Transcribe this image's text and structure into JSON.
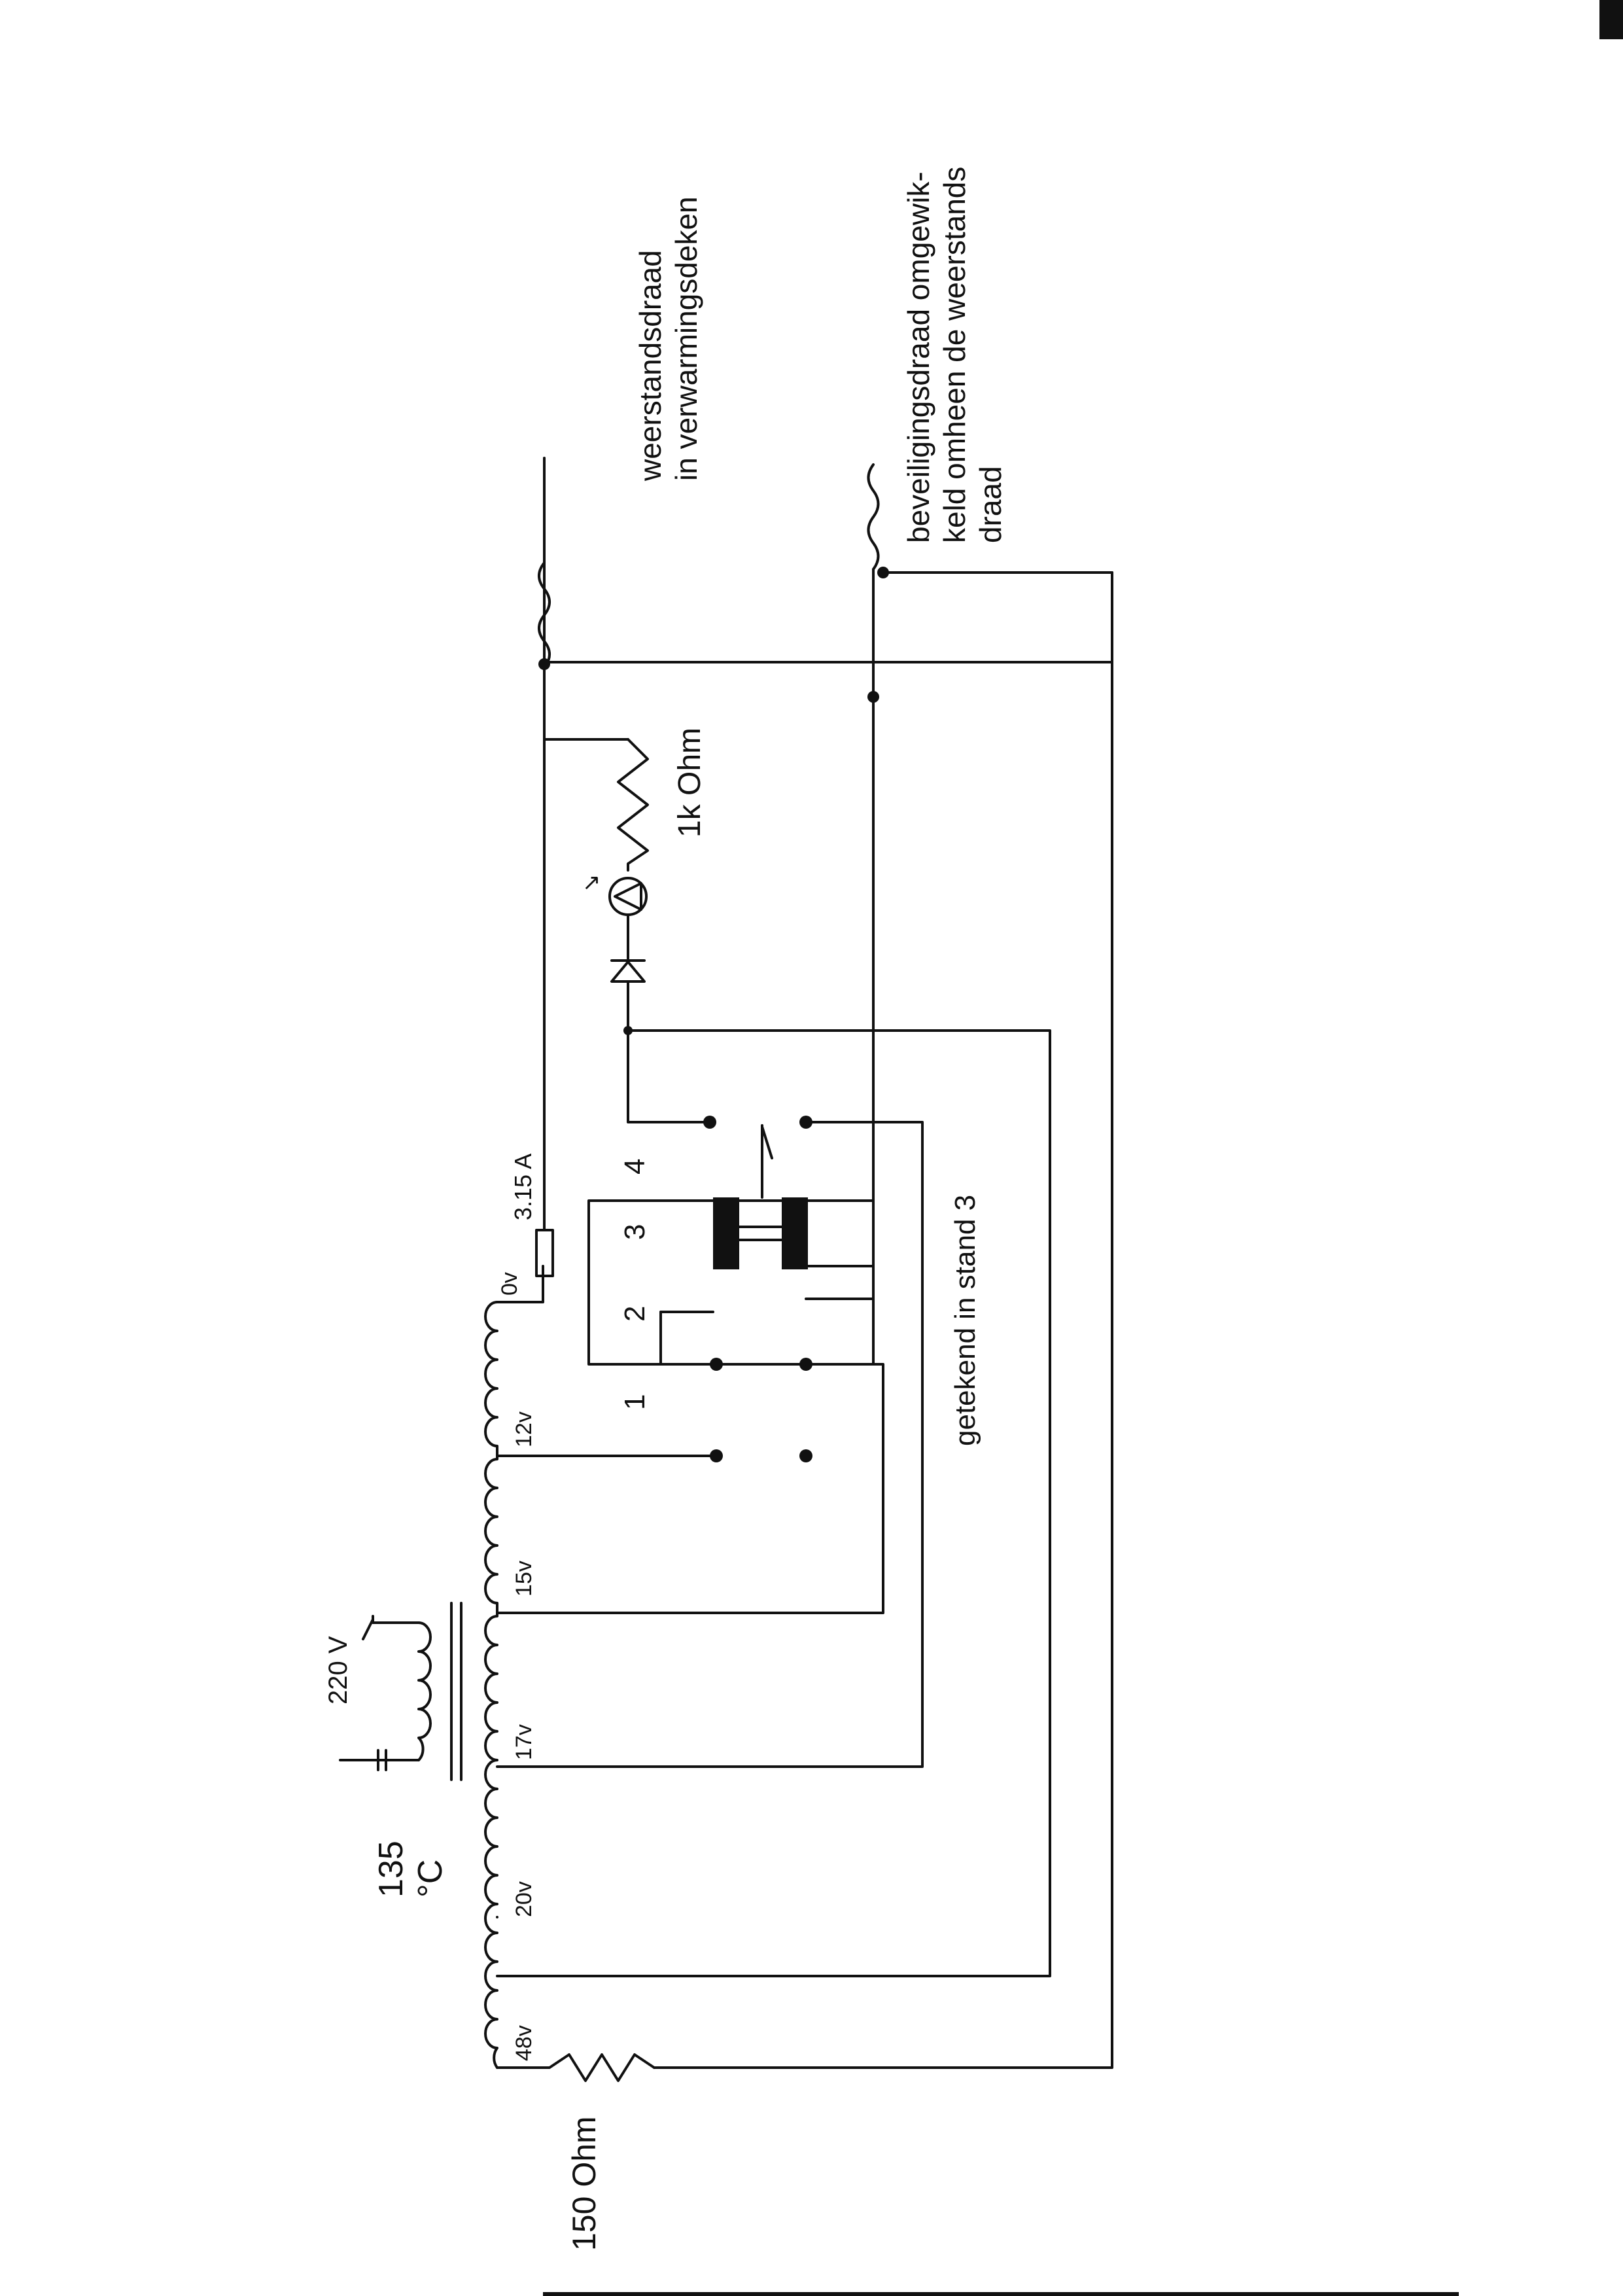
{
  "labels": {
    "resistor_wire": [
      "weerstandsdraad",
      "in verwarmingsdeken"
    ],
    "protection_wire": [
      "beveiligingsdraad omgewik-",
      "keld omheen de weerstands",
      "draad"
    ],
    "resistor_1k": "1k Ohm",
    "resistor_150": "150 Ohm",
    "fuse": "3.15 A",
    "mains": "220 V",
    "thermal_cutout": [
      "135",
      "°C"
    ],
    "drawn_in_position": "getekend in stand 3"
  },
  "taps": [
    "0v",
    "12v",
    "15v",
    "17v",
    "20v",
    "48v"
  ],
  "switch_positions": [
    "1",
    "2",
    "3",
    "4"
  ]
}
